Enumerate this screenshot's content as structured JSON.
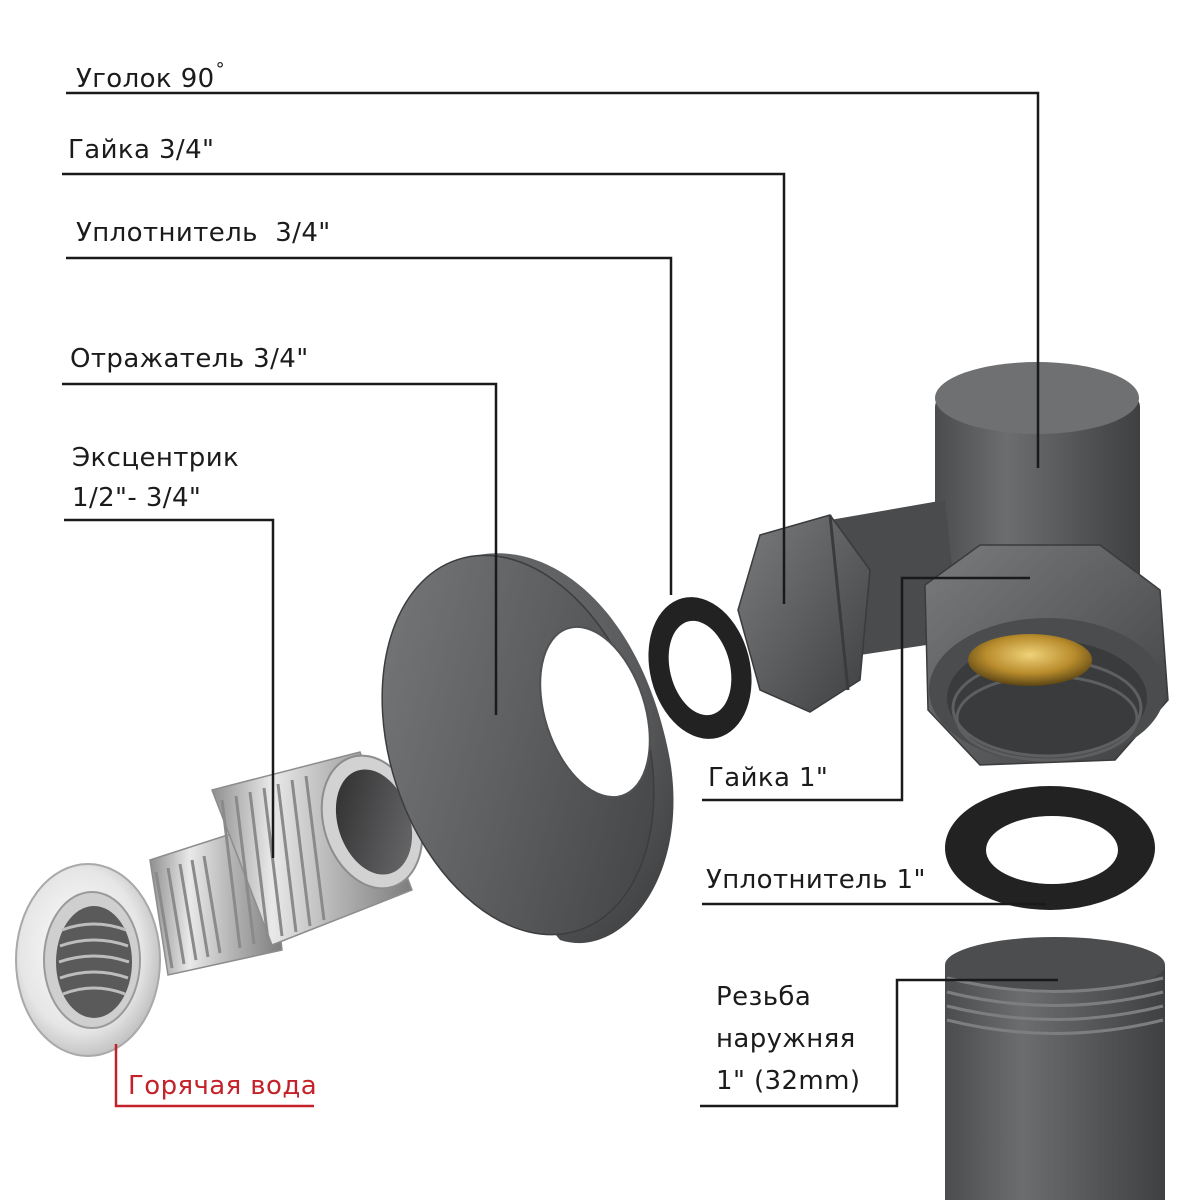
{
  "labels": {
    "elbow_90": "Уголок 90",
    "degree_mark": "°",
    "nut_3_4": "Гайка 3/4\"",
    "seal_3_4": "Уплотнитель  3/4\"",
    "reflector_3_4": "Отражатель 3/4\"",
    "eccentric_line1": "Эксцентрик",
    "eccentric_line2": "1/2\"- 3/4\"",
    "nut_1": "Гайка 1\"",
    "seal_1": "Уплотнитель 1\"",
    "thread_line1": "Резьба",
    "thread_line2": "наружняя",
    "thread_line3": "1\" (32mm)",
    "hot_water": "Горячая вода"
  },
  "colors": {
    "leader_line": "#1a1a1a",
    "hot_water_accent": "#c4222a",
    "part_dark_grey": "#5b5c5e",
    "seal_black": "#222222",
    "chrome": "#d9d9d9",
    "brass": "#c9a13c"
  }
}
